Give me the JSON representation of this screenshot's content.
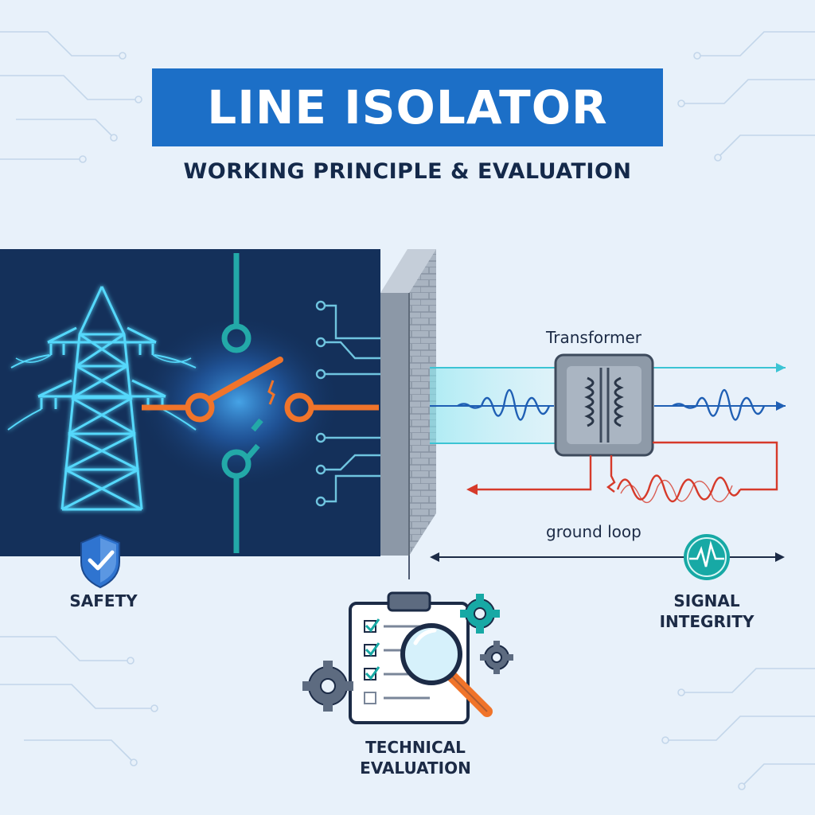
{
  "title": "LINE ISOLATOR",
  "subtitle": "WORKING PRINCIPLE & EVALUATION",
  "labels": {
    "transformer": "Transformer",
    "ground_loop": "ground loop",
    "safety": "SAFETY",
    "signal_integrity": "SIGNAL INTEGRITY",
    "technical_evaluation": "TECHNICAL EVALUATION"
  },
  "colors": {
    "background": "#e8f1fa",
    "title_bar": "#1c6fc7",
    "panel": "#14305a",
    "tower_glow": "#3fd0f5",
    "switch_teal": "#23a9a8",
    "conductor_orange": "#f0742a",
    "signal_blue": "#1f5fb4",
    "ground_loop_red": "#d63a2a",
    "barrier_grey": "#9aa6b4"
  },
  "icons": [
    "transmission-tower-icon",
    "disconnect-switch-icon",
    "barrier-wall-icon",
    "transformer-icon",
    "shield-check-icon",
    "pulse-icon",
    "clipboard-checklist-icon",
    "magnifier-icon",
    "gear-icon"
  ]
}
